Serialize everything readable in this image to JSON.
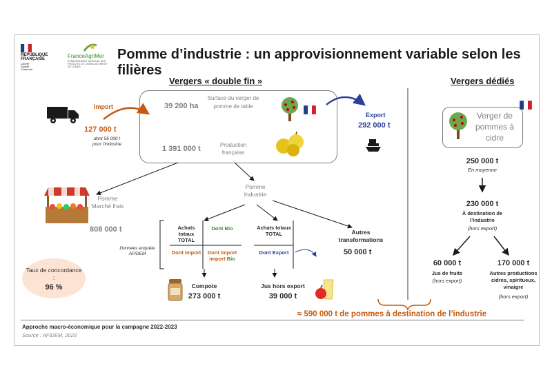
{
  "header": {
    "gov_logo_lines": [
      "RÉPUBLIQUE",
      "FRANÇAISE"
    ],
    "gov_motto": [
      "Liberté",
      "Égalité",
      "Fraternité"
    ],
    "agency_name": "FranceAgriMer",
    "agency_tagline": "ÉTABLISSEMENT NATIONAL DES PRODUITS DE L'AGRICULTURE ET DE LA MER",
    "title": "Pomme d’industrie : un approvisionnement variable selon les filières"
  },
  "double_fin": {
    "heading": "Vergers « double fin »",
    "import_label": "Import",
    "import_value": "127 000 t",
    "import_note1": "dont 56 000 t",
    "import_note2": "pour l’industrie",
    "surface_value": "39 200 ha",
    "surface_label": "Surface du verger de pomme de table",
    "production_value": "1 391 000 t",
    "production_label": "Production française",
    "export_label": "Export",
    "export_value": "292 000 t",
    "industrie_label": "Pomme Industrie",
    "frais_label": "Pomme Marché frais",
    "frais_value": "808 000 t",
    "enquete_label": "Données enquête AFIDEM",
    "grid1": {
      "achats": "Achats totaux TOTAL",
      "bio": "Dont Bio",
      "import": "Dont import",
      "import_bio_a": "Dont import",
      "import_bio_b": "Bio"
    },
    "grid2": {
      "achats": "Achats totaux TOTAL",
      "export": "Dont Export"
    },
    "autres_label": "Autres transformations",
    "autres_value": "50 000 t",
    "compote_label": "Compote",
    "compote_value": "273 000 t",
    "jus_label": "Jus hors export",
    "jus_value": "39 000 t",
    "concordance_label": "Taux de concordance :",
    "concordance_value": "96 %"
  },
  "dedies": {
    "heading": "Vergers dédiés",
    "verger_label": "Verger de pommes à cidre",
    "v1": "250 000 t",
    "v1_note": "En moyenne",
    "v2": "230 000 t",
    "v2_label": "À destination de l’industrie",
    "v2_note": "(hors export)",
    "v3": "60 000 t",
    "v3_label": "Jus de fruits",
    "v3_note": "(hors export)",
    "v4": "170 000 t",
    "v4_label": "Autres productions cidres, spiritueux, vinaigre",
    "v4_note": "(hors export)"
  },
  "total": "≈ 590 000 t de pommes à destination de l’industrie",
  "footer": {
    "approach": "Approche macro-économique pour la campagne 2022-2023",
    "source": "Source : AFIDEM, 2023"
  },
  "colors": {
    "orange": "#c55a11",
    "blue": "#2e3f9b",
    "green": "#3d8b2a",
    "gray_text": "#7f7f7f"
  }
}
